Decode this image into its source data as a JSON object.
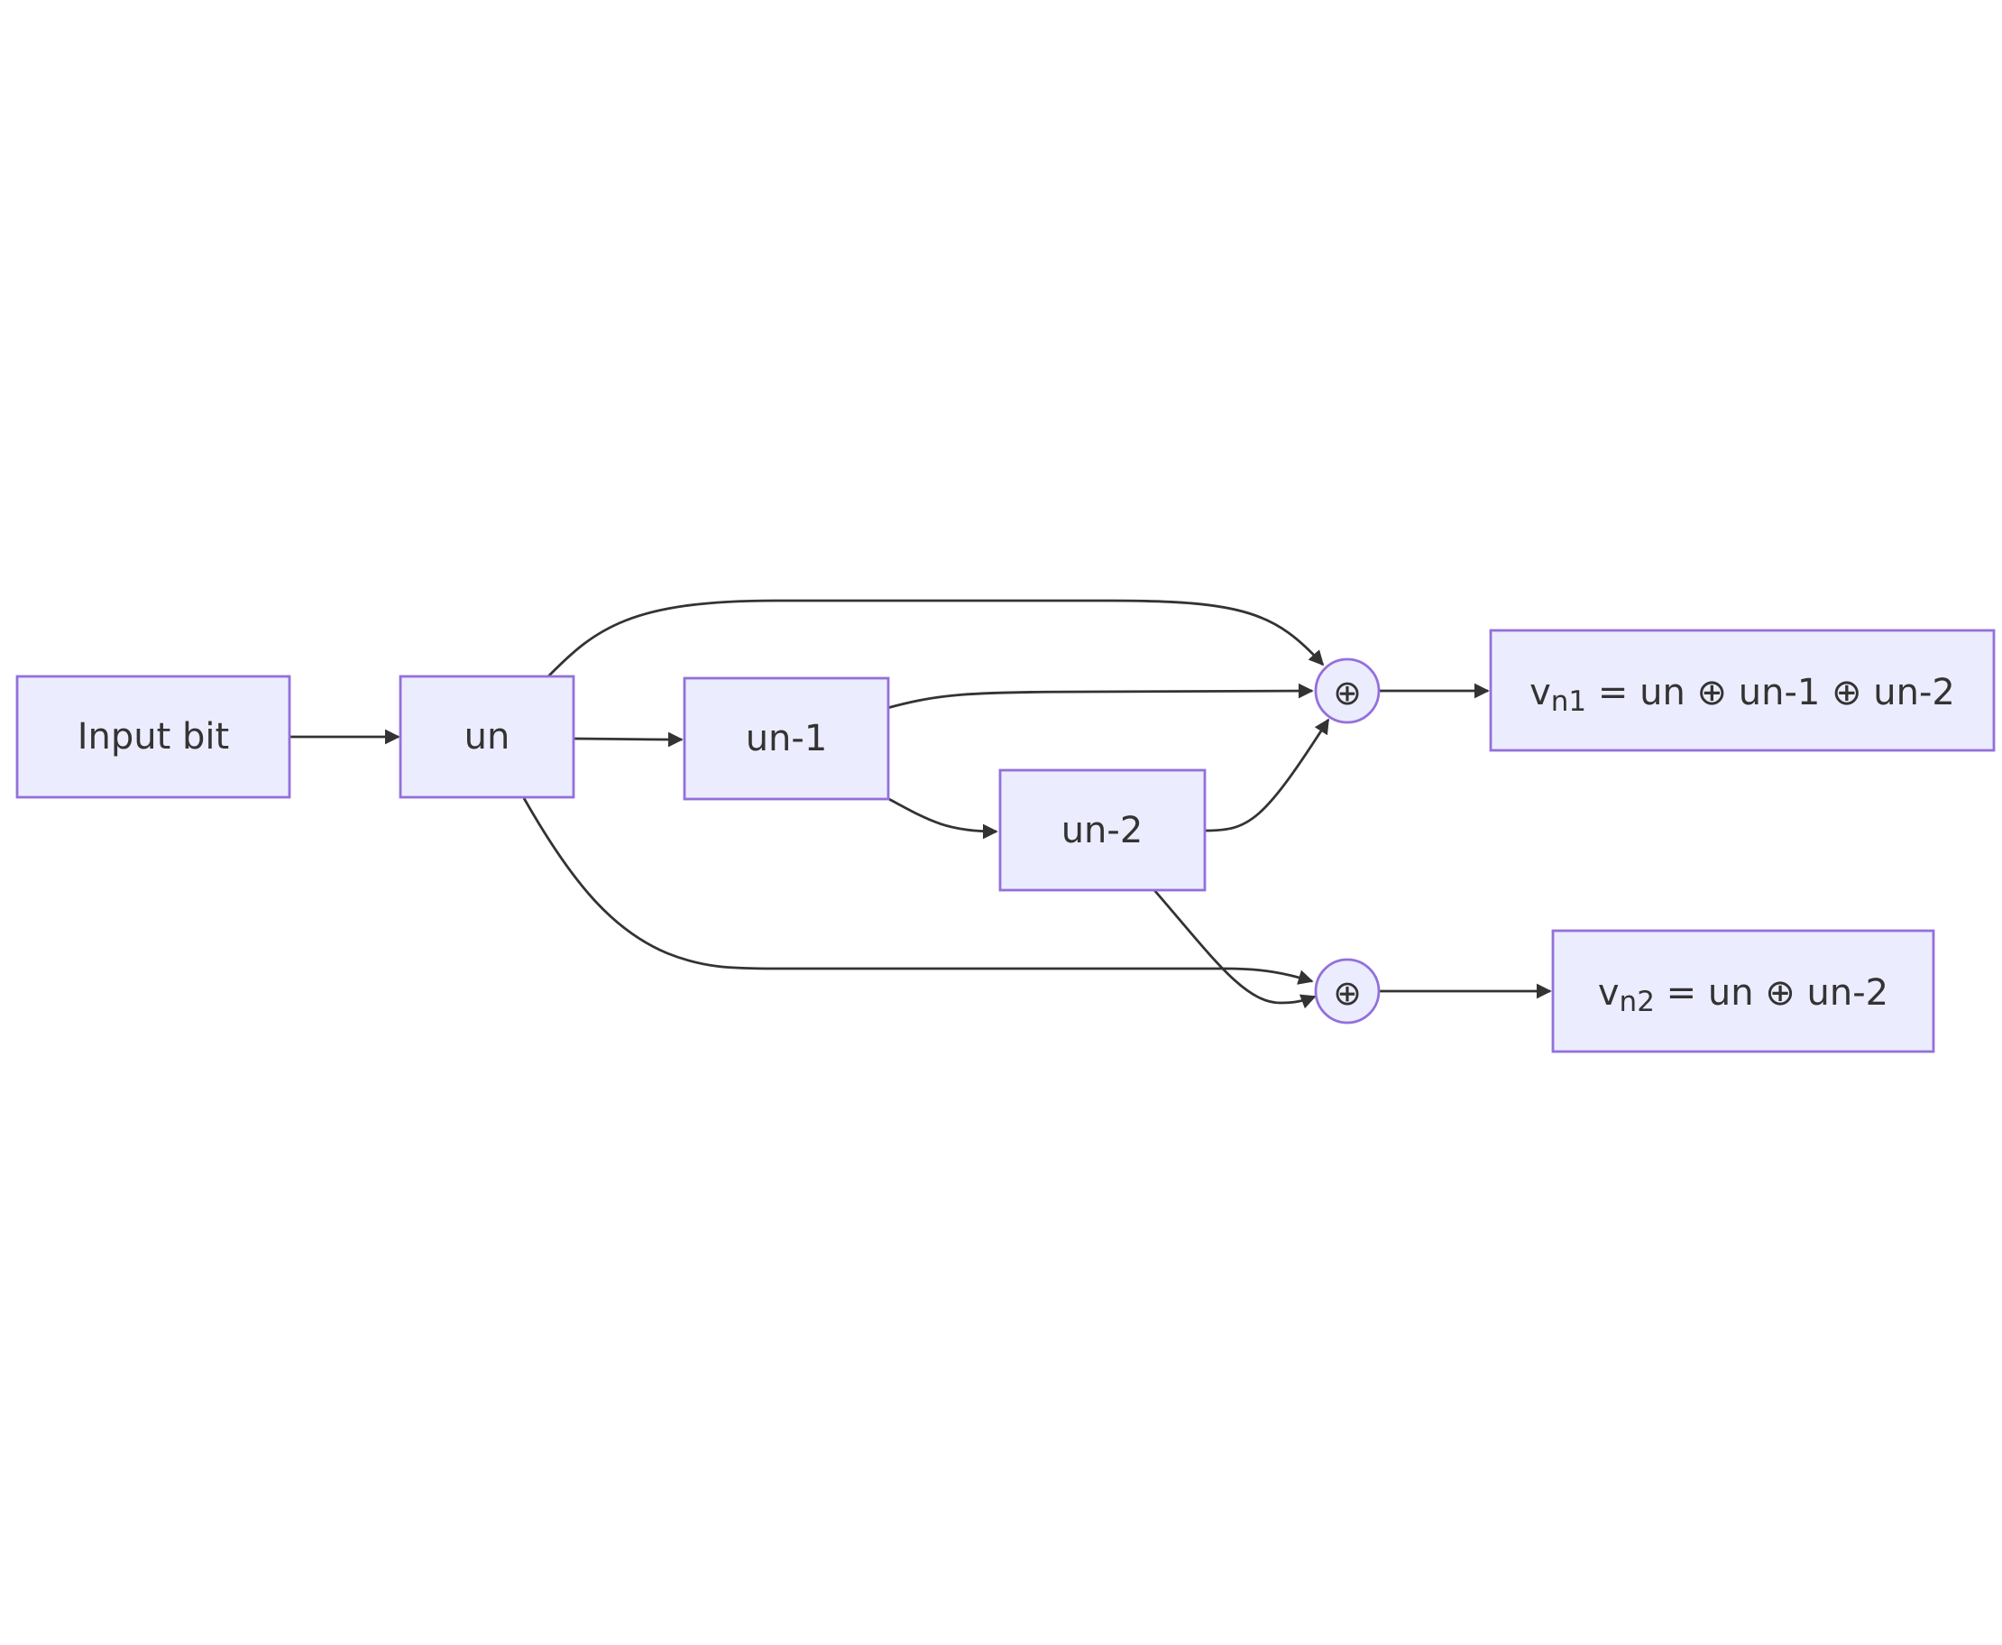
{
  "nodes": {
    "input": {
      "label": "Input bit"
    },
    "un": {
      "label": "un"
    },
    "un1": {
      "label": "un-1"
    },
    "un2": {
      "label": "un-2"
    },
    "xor_top": {
      "label": "⊕"
    },
    "xor_bottom": {
      "label": "⊕"
    },
    "out1": {
      "v": "v",
      "sub": "n1",
      "rest": " = un ⊕ un-1 ⊕ un-2"
    },
    "out2": {
      "v": "v",
      "sub": "n2",
      "rest": " = un ⊕ un-2"
    }
  },
  "edges": [
    {
      "from": "Input bit",
      "to": "un"
    },
    {
      "from": "un",
      "to": "un-1"
    },
    {
      "from": "un-1",
      "to": "un-2"
    },
    {
      "from": "un",
      "to": "⊕ (top)"
    },
    {
      "from": "un-1",
      "to": "⊕ (top)"
    },
    {
      "from": "un-2",
      "to": "⊕ (top)"
    },
    {
      "from": "⊕ (top)",
      "to": "v n1"
    },
    {
      "from": "un",
      "to": "⊕ (bottom)"
    },
    {
      "from": "un-2",
      "to": "⊕ (bottom)"
    },
    {
      "from": "⊕ (bottom)",
      "to": "v n2"
    }
  ],
  "colors": {
    "node_fill": "#ececff",
    "node_stroke": "#9370db",
    "edge": "#333333",
    "text": "#333333"
  }
}
